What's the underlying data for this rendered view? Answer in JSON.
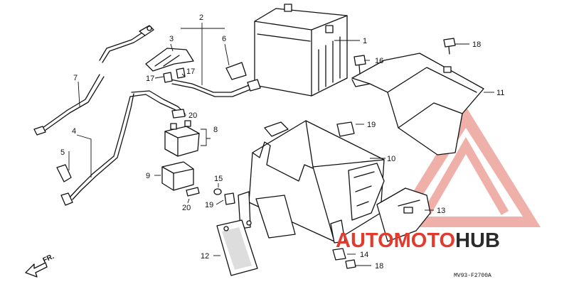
{
  "diagram": {
    "drawing_code": "MV93-F2700A",
    "direction_label": "FR.",
    "parts": [
      {
        "ref": "1"
      },
      {
        "ref": "2"
      },
      {
        "ref": "3"
      },
      {
        "ref": "4"
      },
      {
        "ref": "5"
      },
      {
        "ref": "6"
      },
      {
        "ref": "7"
      },
      {
        "ref": "8"
      },
      {
        "ref": "9"
      },
      {
        "ref": "10"
      },
      {
        "ref": "11"
      },
      {
        "ref": "12"
      },
      {
        "ref": "13"
      },
      {
        "ref": "14"
      },
      {
        "ref": "15"
      },
      {
        "ref": "16"
      },
      {
        "ref": "17"
      },
      {
        "ref": "17b",
        "label": "17"
      },
      {
        "ref": "18"
      },
      {
        "ref": "18b",
        "label": "18"
      },
      {
        "ref": "19"
      },
      {
        "ref": "19b",
        "label": "19"
      },
      {
        "ref": "20"
      },
      {
        "ref": "20b",
        "label": "20"
      }
    ]
  },
  "watermark": {
    "brand_part1": "AUTOMOTO",
    "brand_part2": "HUB",
    "color_red": "#e23b2e",
    "color_dark": "#2b2b2b"
  }
}
